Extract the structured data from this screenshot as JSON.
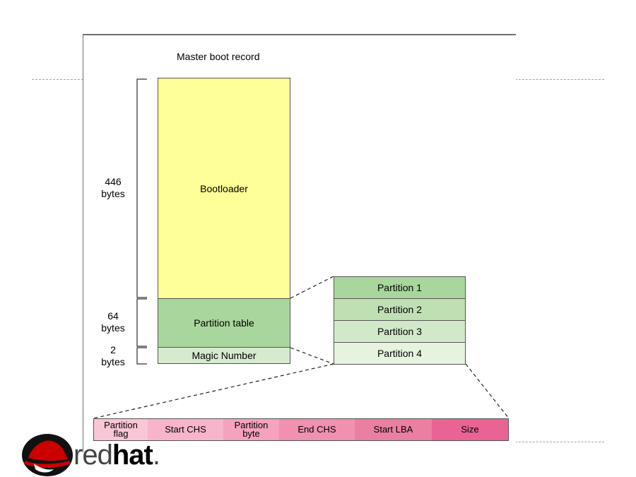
{
  "diagram": {
    "title": "Master boot record",
    "mbr_regions": {
      "bootloader": "Bootloader",
      "partition_table": "Partition table",
      "magic_number": "Magic Number"
    },
    "sizes": [
      {
        "value": "446",
        "unit": "bytes"
      },
      {
        "value": "64",
        "unit": "bytes"
      },
      {
        "value": "2",
        "unit": "bytes"
      }
    ],
    "partitions": [
      "Partition 1",
      "Partition 2",
      "Partition 3",
      "Partition 4"
    ],
    "entry_fields": [
      {
        "line1": "Partition",
        "line2": "flag"
      },
      {
        "line1": "Start CHS",
        "line2": ""
      },
      {
        "line1": "Partition",
        "line2": "byte"
      },
      {
        "line1": "End CHS",
        "line2": ""
      },
      {
        "line1": "Start LBA",
        "line2": ""
      },
      {
        "line1": "Size",
        "line2": ""
      }
    ]
  },
  "colors": {
    "bootloader": "#ffff99",
    "partition_table": "#a9d69c",
    "magic_number": "#d6ead0",
    "partitions": [
      "#a9d69c",
      "#bfe0b3",
      "#d2e9c9",
      "#e5f3df"
    ],
    "entry_fields": [
      "#f9c6d6",
      "#f7b4ca",
      "#f4a2bd",
      "#f091b0",
      "#eb7fa2",
      "#e96494"
    ],
    "logo_red": "#cc0000"
  },
  "logo": {
    "brand_light": "red",
    "brand_bold": "hat",
    "suffix": "."
  }
}
